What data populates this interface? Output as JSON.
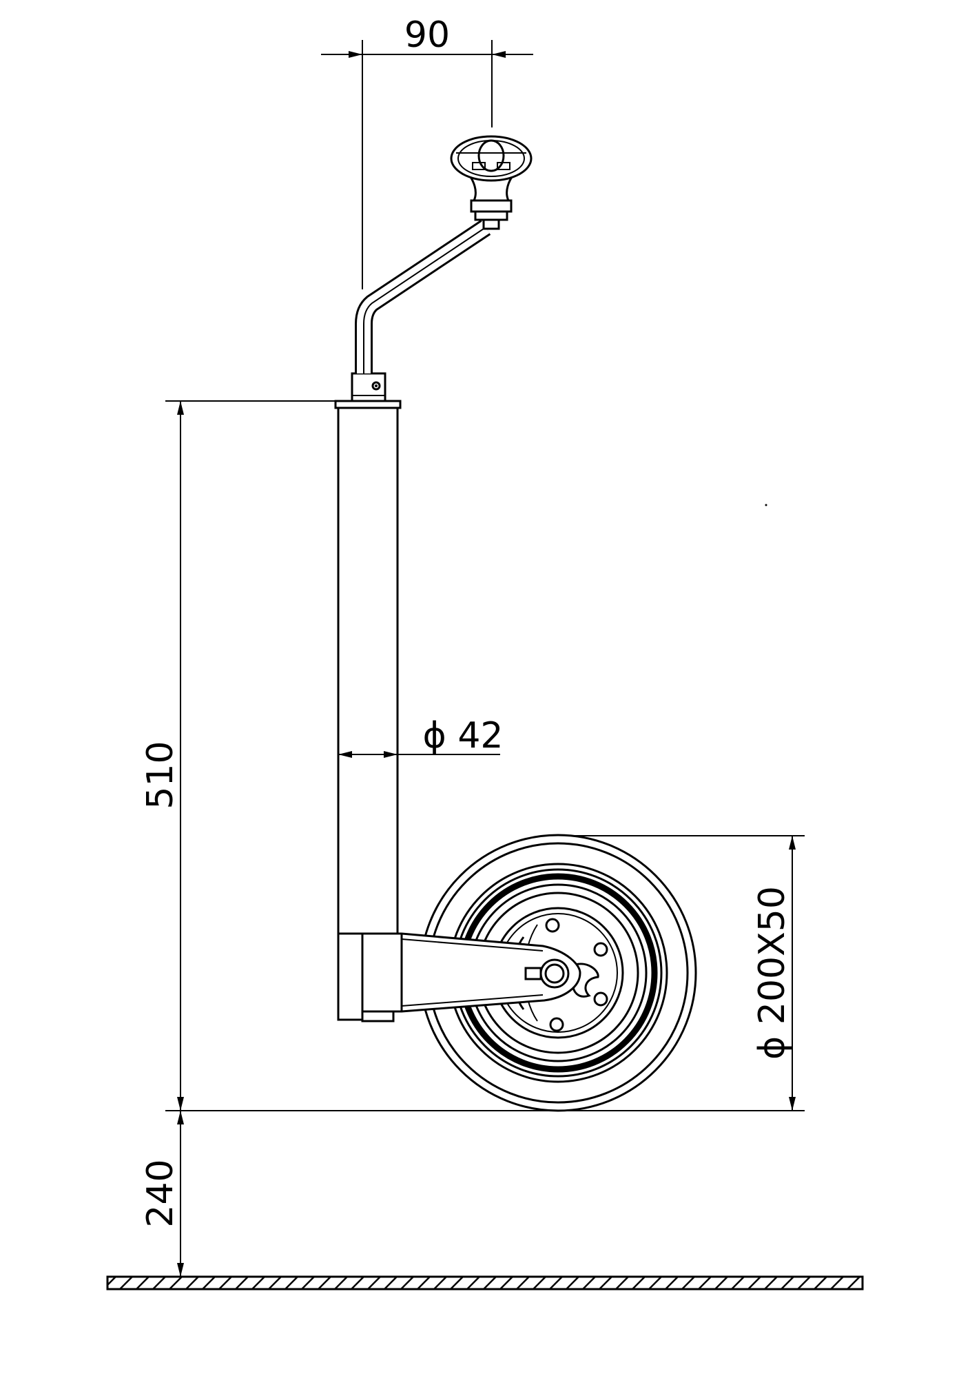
{
  "dimensions": {
    "handle_offset": "90",
    "height_above_wheel": "510",
    "ground_clearance": "240",
    "tube_diameter": "ϕ 42",
    "wheel_size": "ϕ 200X50"
  },
  "colors": {
    "line": "#000000",
    "background": "#ffffff"
  }
}
